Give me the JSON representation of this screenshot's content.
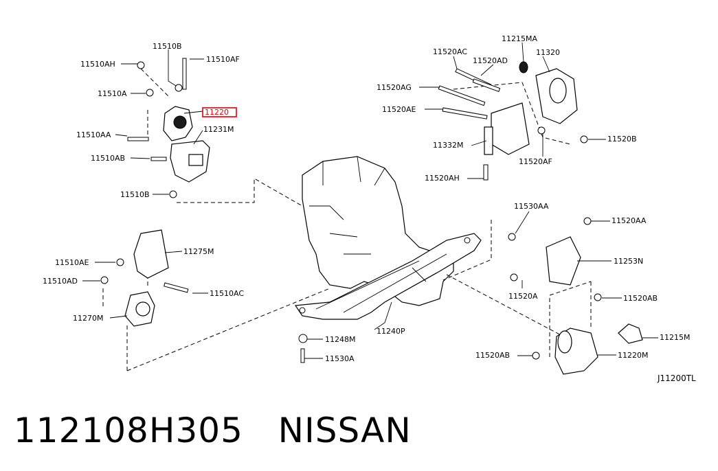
{
  "diagram": {
    "code": "J11200TL",
    "highlighted_part": "11220",
    "highlight_color": "#e0000a",
    "labels": {
      "p11510B_top": "11510B",
      "p11510AH": "11510AH",
      "p11510AF": "11510AF",
      "p11510A": "11510A",
      "p11220": "11220",
      "p11231M": "11231M",
      "p11510AA": "11510AA",
      "p11510AB": "11510AB",
      "p11510B_bot": "11510B",
      "p11215MA": "11215MA",
      "p11520AC": "11520AC",
      "p11320": "11320",
      "p11520AD": "11520AD",
      "p11520AG": "11520AG",
      "p11520AE": "11520AE",
      "p11332M": "11332M",
      "p11520B": "11520B",
      "p11520AF": "11520AF",
      "p11520AH": "11520AH",
      "p11530AA": "11530AA",
      "p11520AA": "11520AA",
      "p11253N": "11253N",
      "p11520A": "11520A",
      "p11520AB_r": "11520AB",
      "p11215M": "11215M",
      "p11220M": "11220M",
      "p11520AB_l": "11520AB",
      "p11510AE": "11510AE",
      "p11275M": "11275M",
      "p11510AD": "11510AD",
      "p11510AC": "11510AC",
      "p11270M": "11270M",
      "p11248M": "11248M",
      "p11240P": "11240P",
      "p11530A": "11530A"
    }
  },
  "footer": {
    "part_number": "112108H305",
    "brand": "NISSAN"
  }
}
